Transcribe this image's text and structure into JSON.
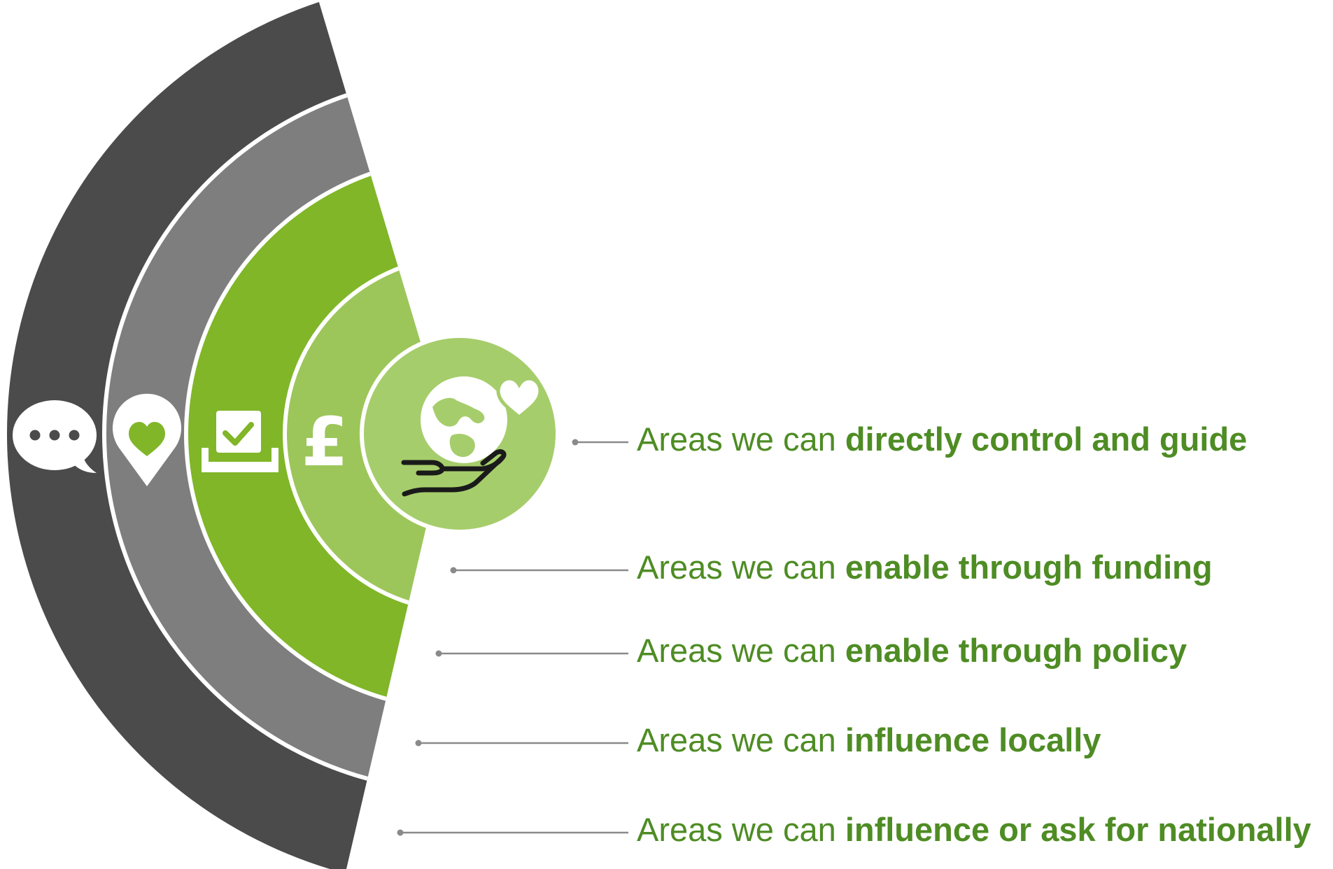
{
  "colors": {
    "ring_outer": "#4b4b4b",
    "ring_2": "#7e7e7e",
    "ring_3": "#80b628",
    "ring_4": "#9cc65a",
    "center": "#a6cd6b",
    "separator": "#ffffff",
    "text": "#4e8c24",
    "leader_line": "#8a8a8a",
    "icon_accent": "#80b628",
    "icon_stroke": "#1a1a1a"
  },
  "legend": [
    {
      "prefix": "Areas we can ",
      "emphasis": "directly control and guide"
    },
    {
      "prefix": "Areas we can ",
      "emphasis": "enable through funding"
    },
    {
      "prefix": "Areas we can ",
      "emphasis": "enable through policy"
    },
    {
      "prefix": "Areas we can ",
      "emphasis": "influence locally"
    },
    {
      "prefix": "Areas we can ",
      "emphasis": "influence or ask for nationally"
    }
  ],
  "icons": {
    "ring_outer": "speech-bubble-icon",
    "ring_2": "heart-location-pin-icon",
    "ring_3": "ballot-box-icon",
    "ring_4": "pound-sign-icon",
    "center": "hand-holding-globe-with-heart-icon"
  },
  "pound_glyph": "£"
}
